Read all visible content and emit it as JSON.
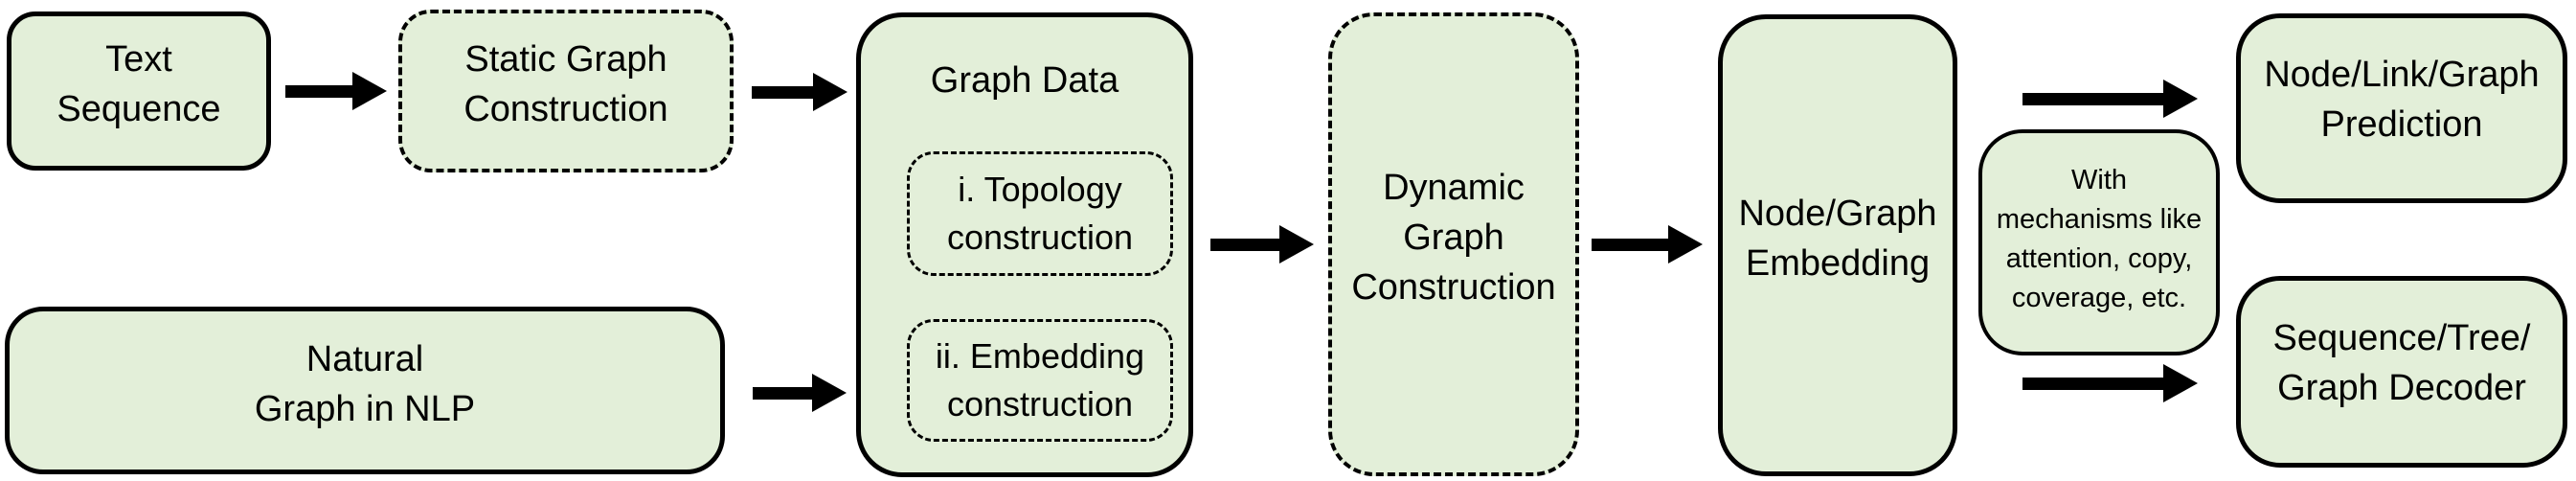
{
  "diagram": {
    "colors": {
      "background": "#ffffff",
      "node_fill": "#e3efd9",
      "node_border": "#000000",
      "arrow": "#000000",
      "text": "#000000"
    },
    "nodes": {
      "text_sequence": {
        "lines": [
          "Text",
          "Sequence"
        ]
      },
      "static_graph_construction": {
        "lines": [
          "Static Graph",
          "Construction"
        ]
      },
      "natural_graph": {
        "lines": [
          "Natural",
          "Graph in NLP"
        ]
      },
      "graph_data": {
        "title": "Graph Data"
      },
      "topology_construction": {
        "lines": [
          "i. Topology",
          "construction"
        ]
      },
      "embedding_construction": {
        "lines": [
          "ii. Embedding",
          "construction"
        ]
      },
      "dynamic_graph_construction": {
        "lines": [
          "Dynamic",
          "Graph",
          "Construction"
        ]
      },
      "node_graph_embedding": {
        "lines": [
          "Node/Graph",
          "Embedding"
        ]
      },
      "with_mechanisms": {
        "lines": [
          "With",
          "mechanisms like",
          "attention, copy,",
          "coverage, etc."
        ]
      },
      "node_link_graph_prediction": {
        "lines": [
          "Node/Link/Graph",
          "Prediction"
        ]
      },
      "sequence_tree_graph_decoder": {
        "lines": [
          "Sequence/Tree/",
          "Graph Decoder"
        ]
      }
    }
  }
}
